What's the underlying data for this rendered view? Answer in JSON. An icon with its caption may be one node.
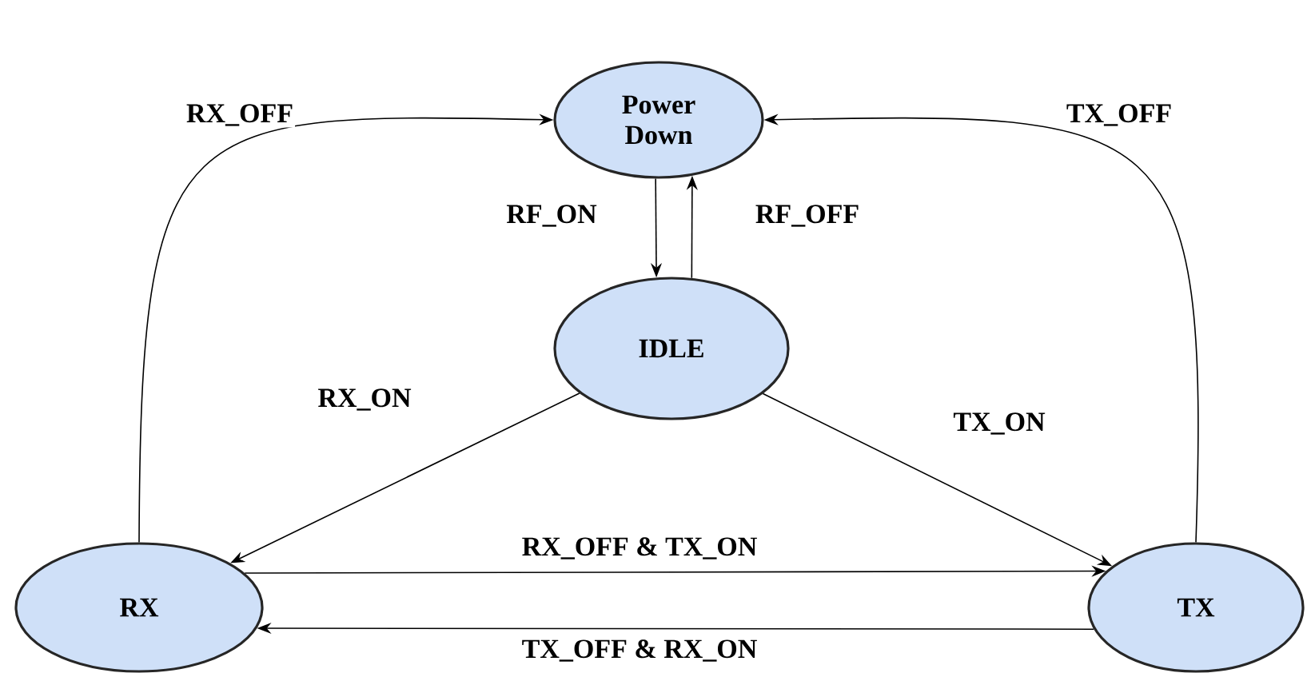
{
  "diagram": {
    "nodes": [
      {
        "text": [
          "Power Down"
        ]
      },
      {
        "text": [
          "IDLE"
        ]
      },
      {
        "text": [
          "RX"
        ]
      },
      {
        "text": [
          "TX"
        ]
      }
    ],
    "edges": [
      {
        "from": 0,
        "to": 1,
        "arrow": "to",
        "label": "RF_ON"
      },
      {
        "from": 1,
        "to": 0,
        "arrow": "to",
        "label": "RF_OFF"
      },
      {
        "from": 1,
        "to": 2,
        "arrow": "to",
        "label": "RX_ON"
      },
      {
        "from": 1,
        "to": 3,
        "arrow": "to",
        "label": "TX_ON"
      },
      {
        "from": 2,
        "to": 3,
        "arrow": "to",
        "label": "RX_OFF & TX_ON"
      },
      {
        "from": 3,
        "to": 2,
        "arrow": "to",
        "label": "TX_OFF & RX_ON"
      },
      {
        "from": 2,
        "to": 0,
        "arrow": "to",
        "label": "RX_OFF"
      },
      {
        "from": 3,
        "to": 0,
        "arrow": "to",
        "label": "TX_OFF"
      }
    ]
  }
}
